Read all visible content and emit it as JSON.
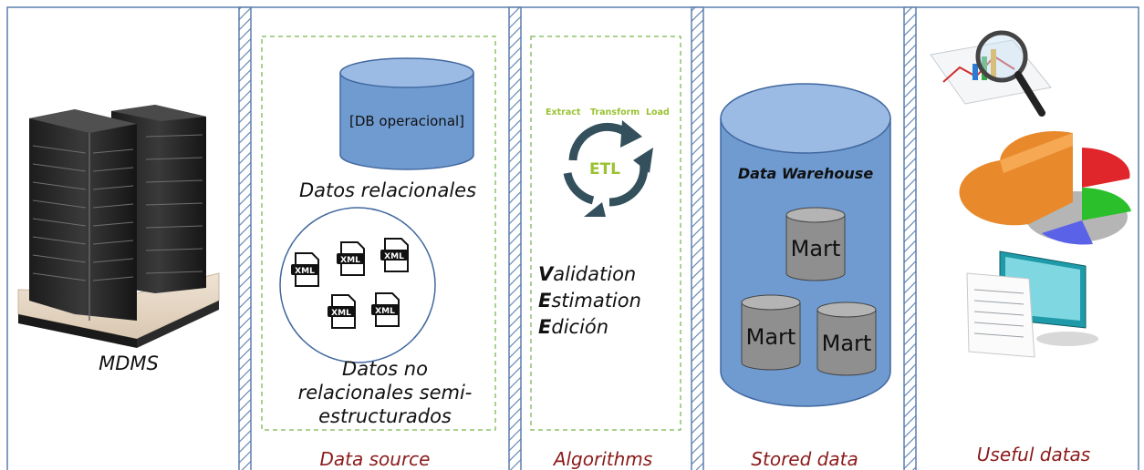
{
  "sections": {
    "mdms": "MDMS",
    "data_source": "Data source",
    "algorithms": "Algorithms",
    "stored_data": "Stored data",
    "useful_datas": "Useful datas"
  },
  "data_source": {
    "db_label": "[DB operacional]",
    "relational_caption": "Datos relacionales",
    "xml_icon_text": "XML",
    "nonrelational_caption": [
      "Datos no",
      "relacionales semi-",
      "estructurados"
    ]
  },
  "etl": {
    "steps": [
      "Extract",
      "Transform",
      "Load"
    ],
    "center": "ETL",
    "algorithms": [
      {
        "initial": "V",
        "rest": "alidation"
      },
      {
        "initial": "E",
        "rest": "stimation"
      },
      {
        "initial": "E",
        "rest": "dición"
      }
    ]
  },
  "warehouse": {
    "title": "Data Warehouse",
    "mart_label": "Mart"
  },
  "colors": {
    "caption_red": "#8b1a1a",
    "border_blue": "#5b7fae",
    "cylinder_blue": "#6f9bd1",
    "dashed_green": "#8ec26a",
    "etl_green": "#9bc232",
    "etl_arrows": "#33505c",
    "mart_gray": "#8f8f8f"
  }
}
